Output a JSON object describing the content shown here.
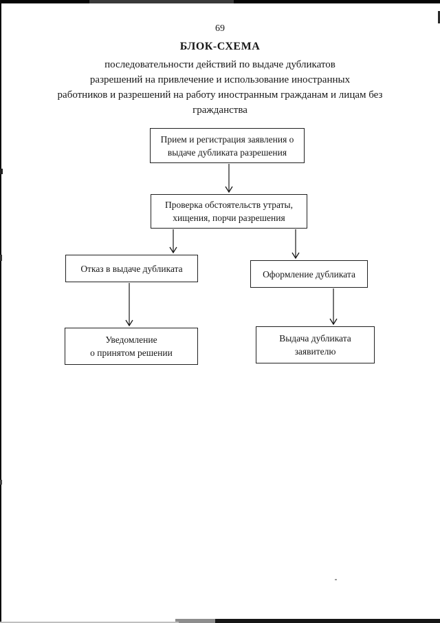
{
  "page": {
    "number": "69",
    "title": "БЛОК-СХЕМА",
    "subtitle_lines": [
      "последовательности действий по выдаче дубликатов",
      "разрешений на привлечение и использование иностранных",
      "работников и разрешений на работу иностранным гражданам и лицам без",
      "гражданства"
    ]
  },
  "flowchart": {
    "nodes": [
      {
        "id": "receive",
        "lines": [
          "Прием и регистрация заявления о",
          "выдаче дубликата разрешения"
        ]
      },
      {
        "id": "check",
        "lines": [
          "Проверка обстоятельств утраты,",
          "хищения, порчи разрешения"
        ]
      },
      {
        "id": "refuse",
        "lines": [
          "Отказ в выдаче дубликата"
        ]
      },
      {
        "id": "issue",
        "lines": [
          "Оформление дубликата"
        ]
      },
      {
        "id": "notify",
        "lines": [
          "Уведомление",
          "о принятом решении"
        ]
      },
      {
        "id": "deliver",
        "lines": [
          "Выдача дубликата",
          "заявителю"
        ]
      }
    ],
    "edges": [
      {
        "from": "receive",
        "to": "check"
      },
      {
        "from": "check",
        "to": "refuse"
      },
      {
        "from": "check",
        "to": "issue"
      },
      {
        "from": "refuse",
        "to": "notify"
      },
      {
        "from": "issue",
        "to": "deliver"
      }
    ]
  },
  "colors": {
    "ink": "#161616",
    "paper": "#ffffff",
    "scan_bar": "#060606"
  }
}
